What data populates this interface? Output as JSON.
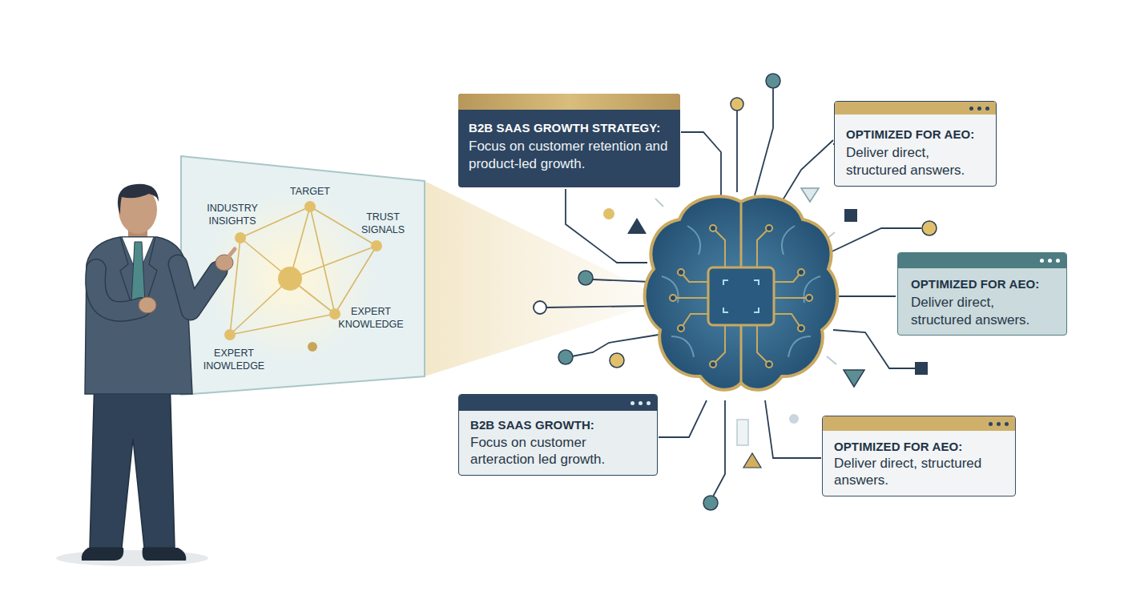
{
  "diagram": {
    "nodes": [
      {
        "text": [
          "B2B SAAS GROWTH STRATEGY:",
          "Focus on customer retention and product-led growth."
        ]
      },
      {
        "text": [
          "OPTIMIZED FOR AEO:",
          "Deliver direct, structured answers."
        ]
      },
      {
        "text": [
          "OPTIMIZED FOR AEO:",
          "Deliver direct, structured answers."
        ]
      },
      {
        "text": [
          "B2B SAAS GROWTH:",
          "Focus on customer arteraction led growth."
        ]
      },
      {
        "text": [
          "OPTIMIZED FOR AEO:",
          "Deliver direct, structured answers."
        ]
      }
    ],
    "labels": [
      "TARGET",
      "INDUSTRY INSIGHTS",
      "TRUST SIGNALS",
      "EXPERT KNOWLEDGE",
      "EXPERT INOWLEDGE"
    ]
  }
}
